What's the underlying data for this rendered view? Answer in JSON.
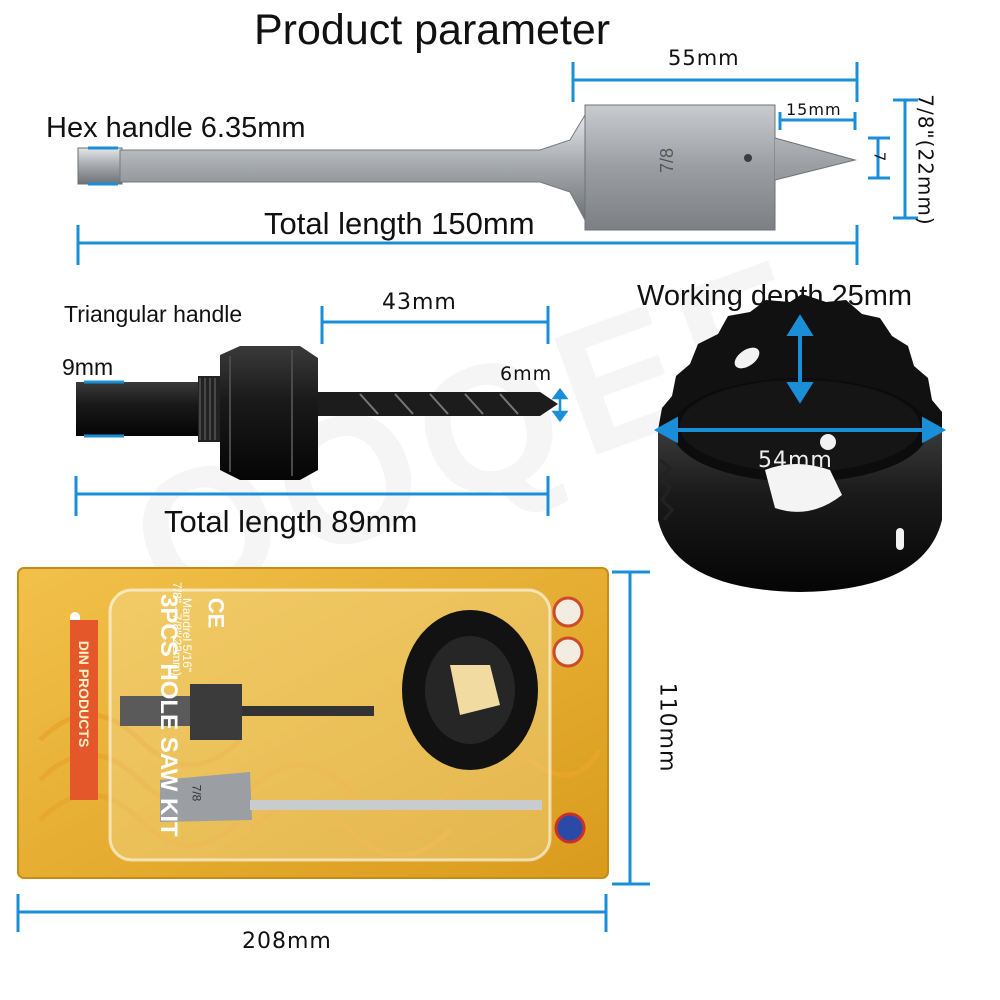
{
  "title": "Product parameter",
  "accent_color": "#1a8fd8",
  "spade_bit": {
    "hex_handle": "Hex handle 6.35mm",
    "blade_width": "55mm",
    "tip_length": "15mm",
    "tip_width": "7",
    "diameter": "7/8\"(22mm)",
    "total_length": "Total length 150mm",
    "stamp": "7/8"
  },
  "arbor": {
    "handle_label": "Triangular handle",
    "handle_size": "9mm",
    "drill_length": "43mm",
    "drill_diameter": "6mm",
    "total_length": "Total length 89mm"
  },
  "hole_saw": {
    "working_depth": "Working depth 25mm",
    "diameter": "54mm"
  },
  "package": {
    "height": "110mm",
    "width": "208mm",
    "brand_label": "DIN PRODUCTS",
    "title_text": "3PCS HOLE SAW KIT",
    "sub_text": "7/8\" - 7/8\"(22mm)",
    "sub_text2": "Mandrel 5/16\"",
    "ce_mark": "CE",
    "bit_stamp": "7/8"
  },
  "watermark": "QOQEE"
}
